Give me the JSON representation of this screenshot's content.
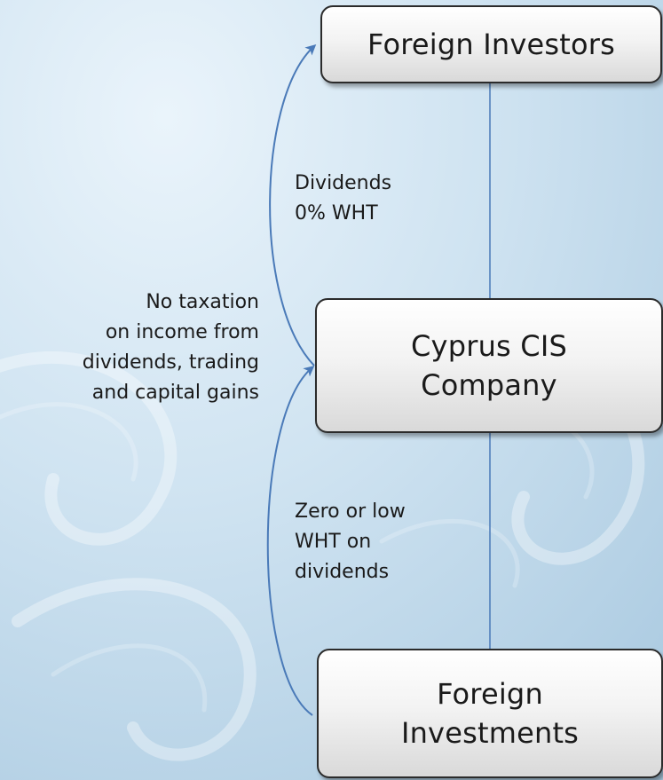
{
  "nodes": {
    "foreign_investors": "Foreign Investors",
    "cyprus_company": "Cyprus CIS\nCompany",
    "foreign_investments": "Foreign\nInvestments"
  },
  "annotations": {
    "no_taxation": "No taxation\non income from\ndividends, trading\nand capital gains",
    "dividends_wht": "Dividends\n0% WHT",
    "zero_low_wht": "Zero or low\nWHT on\ndividends"
  },
  "colors": {
    "arrow": "#4a7ab8",
    "connector": "#4a7ab8",
    "background": "#b9d6ea"
  }
}
